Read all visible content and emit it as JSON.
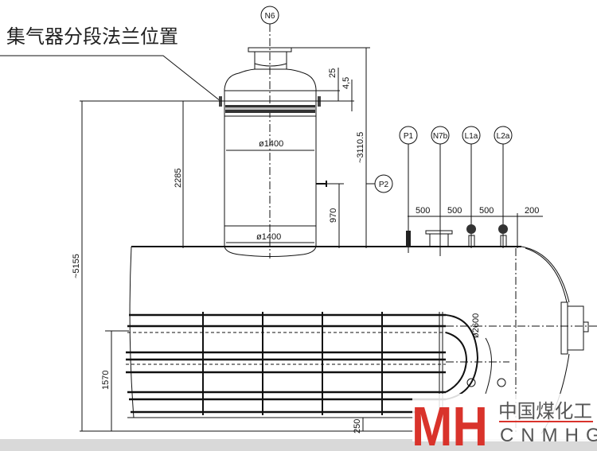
{
  "drawing": {
    "callout_label": "集气器分段法兰位置",
    "nozzle_tags": {
      "n6": "N6",
      "p2": "P2",
      "p1": "P1",
      "n7b": "N7b",
      "l1a": "L1a",
      "l2a": "L2a"
    },
    "dimensions": {
      "collector_dia_top": "ø1400",
      "collector_dia_bottom": "ø1400",
      "h_2285": "2285",
      "h_970": "970",
      "h_3110": "~3110.5",
      "d_25": "25",
      "d_4_5": "4,5",
      "h_5155": "~5155",
      "h_1570": "1570",
      "h_250": "250",
      "shell_dia": "ø2600",
      "spacing": [
        "500",
        "500",
        "500",
        "200"
      ]
    }
  },
  "watermark": {
    "logo_letters": "MH",
    "cn": "中国煤化工",
    "en": "CNMHG",
    "accent": "#d9332b"
  }
}
